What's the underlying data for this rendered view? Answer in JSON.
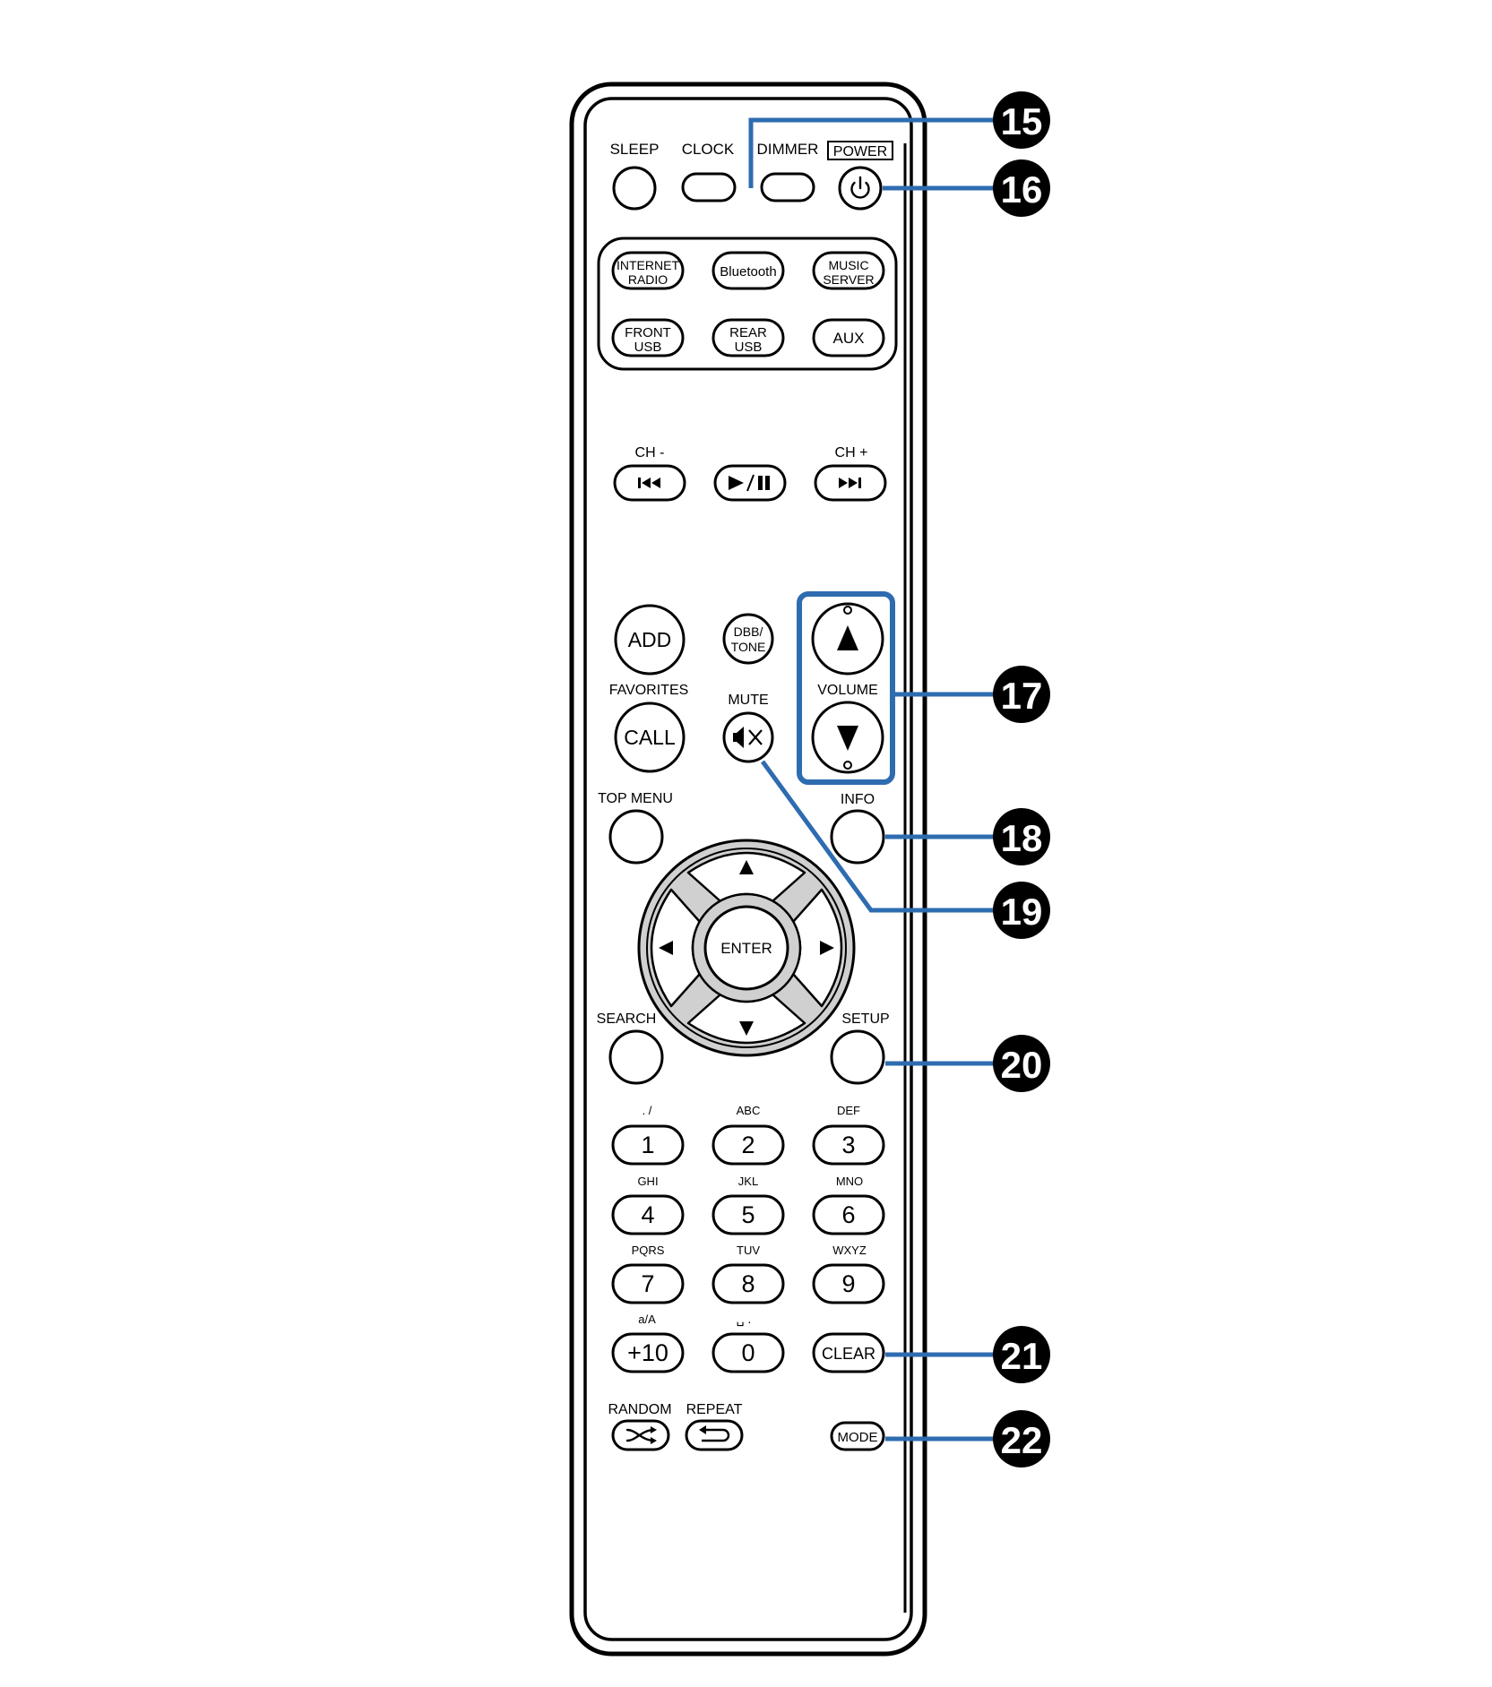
{
  "colors": {
    "outline": "#000000",
    "callout": "#2e6cb0",
    "background": "#ffffff",
    "dpad_ring": "#d0d0d0",
    "badge": "#000000",
    "badge_text": "#ffffff"
  },
  "top_row": {
    "sleep": "SLEEP",
    "clock": "CLOCK",
    "dimmer": "DIMMER",
    "power": "POWER",
    "power_icon": "power-icon"
  },
  "sources": {
    "internet_radio": [
      "INTERNET",
      "RADIO"
    ],
    "bluetooth": "Bluetooth",
    "music_server": [
      "MUSIC",
      "SERVER"
    ],
    "front_usb": [
      "FRONT",
      "USB"
    ],
    "rear_usb": [
      "REAR",
      "USB"
    ],
    "aux": "AUX"
  },
  "transport": {
    "ch_minus": "CH -",
    "ch_plus": "CH +",
    "prev_icon": "previous-track-icon",
    "play_pause_icon": "play-pause-icon",
    "next_icon": "next-track-icon"
  },
  "middle": {
    "add": "ADD",
    "favorites": "FAVORITES",
    "call": "CALL",
    "dbb_tone": [
      "DBB/",
      "TONE"
    ],
    "mute": "MUTE",
    "mute_icon": "mute-icon",
    "volume": "VOLUME",
    "volume_up_icon": "volume-up-icon",
    "volume_down_icon": "volume-down-icon",
    "top_menu": "TOP MENU",
    "info": "INFO",
    "enter": "ENTER",
    "search": "SEARCH",
    "setup": "SETUP"
  },
  "keypad": [
    {
      "digit": "1",
      "letters": ". /"
    },
    {
      "digit": "2",
      "letters": "ABC"
    },
    {
      "digit": "3",
      "letters": "DEF"
    },
    {
      "digit": "4",
      "letters": "GHI"
    },
    {
      "digit": "5",
      "letters": "JKL"
    },
    {
      "digit": "6",
      "letters": "MNO"
    },
    {
      "digit": "7",
      "letters": "PQRS"
    },
    {
      "digit": "8",
      "letters": "TUV"
    },
    {
      "digit": "9",
      "letters": "WXYZ"
    },
    {
      "digit": "+10",
      "letters": "a/A"
    },
    {
      "digit": "0",
      "letters": "␣ ."
    },
    {
      "digit": "CLEAR",
      "letters": ""
    }
  ],
  "bottom": {
    "random": "RANDOM",
    "repeat": "REPEAT",
    "mode": "MODE",
    "random_icon": "shuffle-icon",
    "repeat_icon": "repeat-icon"
  },
  "callouts": [
    "15",
    "16",
    "17",
    "18",
    "19",
    "20",
    "21",
    "22"
  ]
}
